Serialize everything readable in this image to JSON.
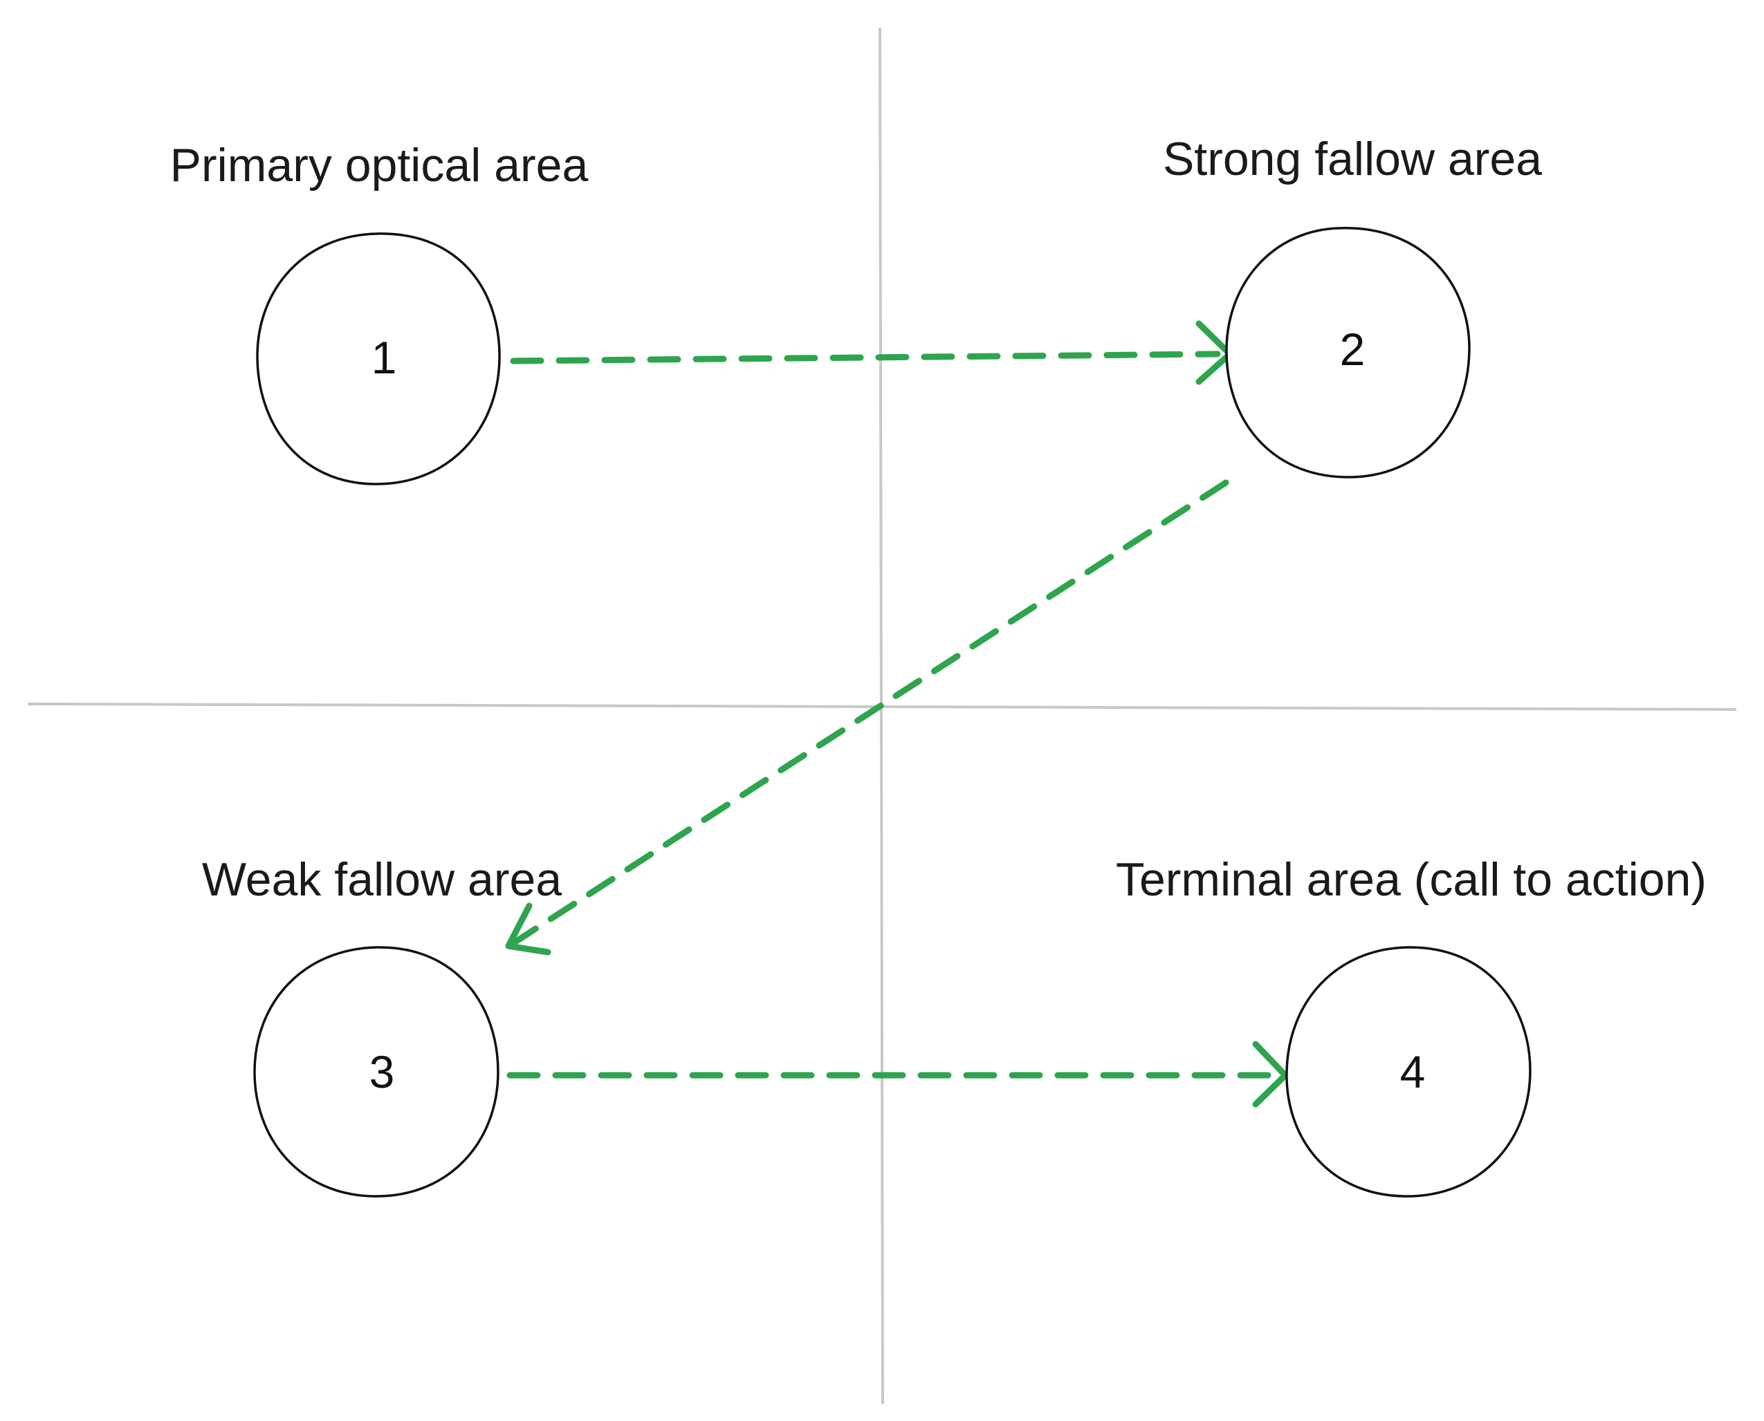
{
  "diagram": {
    "quadrants": {
      "top_left": {
        "label": "Primary optical area",
        "number": "1"
      },
      "top_right": {
        "label": "Strong fallow area",
        "number": "2"
      },
      "bottom_left": {
        "label": "Weak fallow area",
        "number": "3"
      },
      "bottom_right": {
        "label": "Terminal area (call to action)",
        "number": "4"
      }
    },
    "flow": [
      "1 → 2",
      "2 → 3",
      "3 → 4"
    ],
    "colors": {
      "arrow": "#2ea44f",
      "axis": "#c8c8c8",
      "circle_stroke": "#111111",
      "text": "#1a1a1a"
    }
  }
}
